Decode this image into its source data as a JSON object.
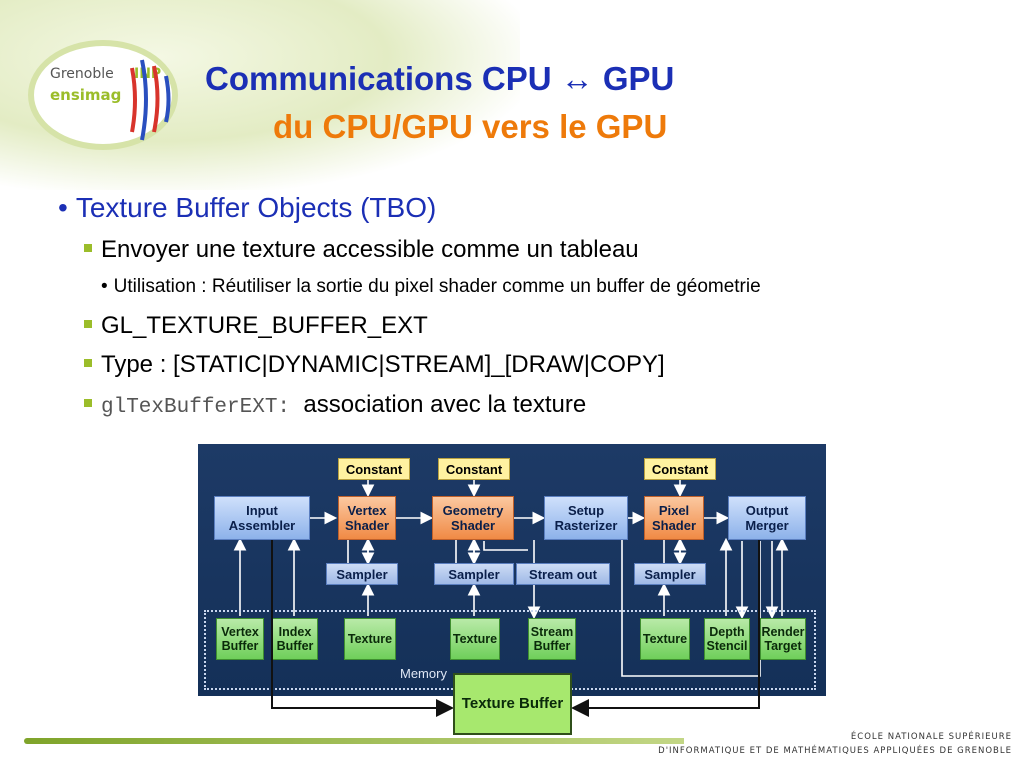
{
  "logo": {
    "line1": "Grenoble",
    "inp": "INP",
    "line2": "ensimag"
  },
  "title": {
    "line1": "Communications CPU ↔ GPU",
    "line2": "du CPU/GPU vers le GPU"
  },
  "bullets": {
    "main": "Texture Buffer Objects (TBO)",
    "sub1": "Envoyer une texture accessible comme un tableau",
    "sub1_detail": "Utilisation : Réutiliser la sortie du pixel shader comme un buffer de géometrie",
    "sub2": "GL_TEXTURE_BUFFER_EXT",
    "sub3": "Type : [STATIC|DYNAMIC|STREAM]_[DRAW|COPY]",
    "sub4_code": "glTexBufferEXT:",
    "sub4_text": "association avec la texture"
  },
  "diagram": {
    "constant": "Constant",
    "input_assembler": "Input Assembler",
    "vertex_shader": "Vertex Shader",
    "geometry_shader": "Geometry Shader",
    "setup_rasterizer": "Setup Rasterizer",
    "pixel_shader": "Pixel Shader",
    "output_merger": "Output Merger",
    "sampler": "Sampler",
    "stream_out": "Stream out",
    "vertex_buffer": "Vertex Buffer",
    "index_buffer": "Index Buffer",
    "texture": "Texture",
    "stream_buffer": "Stream Buffer",
    "depth_stencil": "Depth Stencil",
    "render_target": "Render Target",
    "memory": "Memory",
    "texture_buffer": "Texture Buffer"
  },
  "footer": {
    "line1": "ÉCOLE NATIONALE SUPÉRIEURE",
    "line2": "D'INFORMATIQUE ET DE MATHÉMATIQUES APPLIQUÉES DE GRENOBLE"
  }
}
